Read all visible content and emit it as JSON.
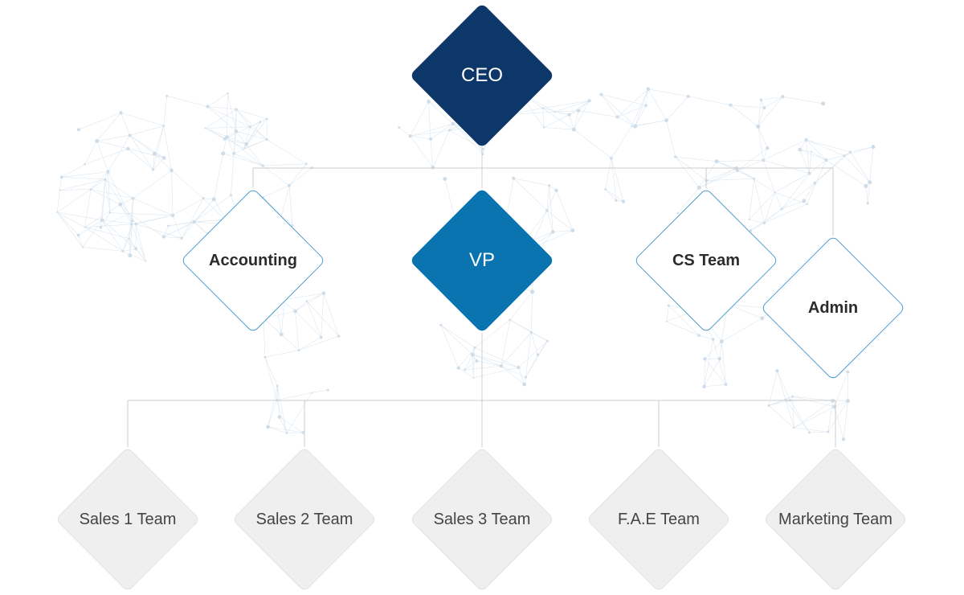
{
  "org_chart": {
    "ceo": {
      "label": "CEO"
    },
    "vp": {
      "label": "VP"
    },
    "departments": [
      {
        "label": "Accounting"
      },
      {
        "label": "CS Team"
      },
      {
        "label": "Admin"
      }
    ],
    "teams": [
      {
        "label": "Sales 1 Team"
      },
      {
        "label": "Sales 2 Team"
      },
      {
        "label": "Sales 3 Team"
      },
      {
        "label": "F.A.E Team"
      },
      {
        "label": "Marketing Team"
      }
    ]
  },
  "colors": {
    "ceo_fill": "#0d3768",
    "vp_fill": "#0a74b0",
    "department_border": "#4a9cd1",
    "team_fill": "#efefef",
    "connector": "#cccccc",
    "background_network": "#cfdde9"
  }
}
